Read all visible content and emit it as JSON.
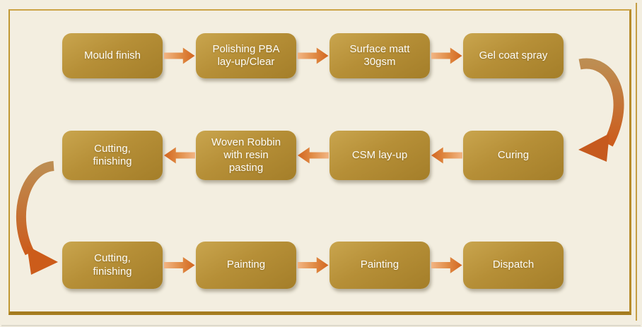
{
  "colors": {
    "background": "#f3eee0",
    "frame_gold": "#bb8d2e",
    "box_gold_light": "#c9a54e",
    "box_gold_dark": "#a47e29",
    "arrow_orange_light": "#f2b584",
    "arrow_orange_dark": "#d2641f",
    "curve_tan": "#bd8d52",
    "curve_orange": "#cc5c1c",
    "label_text": "#ffffff"
  },
  "flow": {
    "rows": [
      {
        "direction": "right",
        "steps": [
          {
            "label": "Mould finish"
          },
          {
            "label": "Polishing PBA lay-up/Clear"
          },
          {
            "label": "Surface matt 30gsm"
          },
          {
            "label": "Gel coat spray"
          }
        ]
      },
      {
        "direction": "left",
        "steps": [
          {
            "label": "Cutting, finishing"
          },
          {
            "label": "Woven Robbin with resin pasting"
          },
          {
            "label": "CSM lay-up"
          },
          {
            "label": "Curing"
          }
        ]
      },
      {
        "direction": "right",
        "steps": [
          {
            "label": "Cutting, finishing"
          },
          {
            "label": "Painting"
          },
          {
            "label": "Painting"
          },
          {
            "label": "Dispatch"
          }
        ]
      }
    ],
    "connectors": [
      {
        "name": "row1-to-row2",
        "side": "right",
        "from": "Gel coat spray",
        "to": "Curing"
      },
      {
        "name": "row2-to-row3",
        "side": "left",
        "from": "Cutting, finishing",
        "to": "Cutting, finishing"
      }
    ]
  }
}
